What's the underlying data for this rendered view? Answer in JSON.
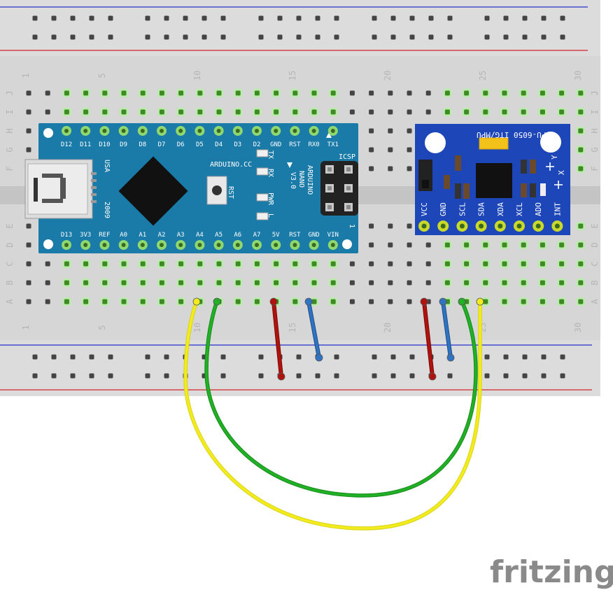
{
  "breadboard": {
    "column_numbers": [
      "1",
      "5",
      "10",
      "15",
      "20",
      "25",
      "30"
    ],
    "row_letters_top": [
      "J",
      "I",
      "H",
      "G",
      "F"
    ],
    "row_letters_bottom": [
      "E",
      "D",
      "C",
      "B",
      "A"
    ],
    "colors": {
      "board": "#d6d6d6",
      "hole": "#3a3a3a",
      "connected_hole": "#6fd64a",
      "rail_red": "#d7232c",
      "rail_blue": "#2230c8",
      "label": "#b5b5b5"
    }
  },
  "arduino": {
    "top_pins": [
      "D12",
      "D11",
      "D10",
      "D9",
      "D8",
      "D7",
      "D6",
      "D5",
      "D4",
      "D3",
      "D2",
      "GND",
      "RST",
      "RX0",
      "TX1"
    ],
    "bottom_pins": [
      "D13",
      "3V3",
      "REF",
      "A0",
      "A1",
      "A2",
      "A3",
      "A4",
      "A5",
      "A6",
      "A7",
      "5V",
      "RST",
      "GND",
      "VIN"
    ],
    "brand": "ARDUINO.CC",
    "usa": "USA",
    "year": "2009",
    "model": [
      "ARDUINO",
      "NANO",
      "V3.0"
    ],
    "leds": [
      "TX",
      "RX",
      "PWR",
      "L"
    ],
    "rst_label": "RST",
    "icsp_label": "ICSP",
    "icsp_num": "1",
    "board_color": "#1a7aa8"
  },
  "mpu": {
    "title": "MPU-6050 ITG/MPU",
    "pins": [
      "VCC",
      "GND",
      "SCL",
      "SDA",
      "XDA",
      "XCL",
      "ADO",
      "INT"
    ],
    "axis_labels": [
      "Y",
      "X"
    ],
    "board_color": "#1d46b8"
  },
  "wires": [
    {
      "color": "#22b026",
      "name": "green-wire"
    },
    {
      "color": "#f2ec1c",
      "name": "yellow-wire"
    },
    {
      "color": "#b0120d",
      "name": "red-wire"
    },
    {
      "color": "#2f73c2",
      "name": "blue-wire"
    }
  ],
  "watermark": "fritzing"
}
